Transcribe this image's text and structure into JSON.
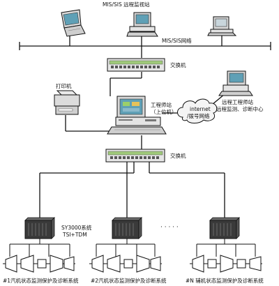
{
  "top_station_label": "MIS/SIS 远程监视站",
  "mis_network_label": "MIS/SIS网络",
  "switch_top_label": "交换机",
  "printer_label": "打印机",
  "engineer_station_label": [
    "工程师站",
    "（上位机）"
  ],
  "cloud_label": [
    "internet",
    "/拨号网络"
  ],
  "remote_station_label": [
    "远程工程师站",
    "远程监测、诊断中心"
  ],
  "switch_bottom_label": "交换机",
  "sy3000_label": [
    "SY3000系统",
    "TSI+TDM"
  ],
  "ellipsis": "· · · · ·",
  "unit_labels": [
    "#1汽机状态监测保护及诊断系统",
    "#2汽机状态监测保护及诊断系统",
    "#N 辅机状态监测保护及诊断系统"
  ],
  "colors": {
    "line": "#111111",
    "switch_body": "#e6e6e6",
    "switch_port": "#7fb34c",
    "cabinet": "#3a3a3a",
    "screen": "#5fa0b6",
    "cloud": "#f4f4f4"
  }
}
